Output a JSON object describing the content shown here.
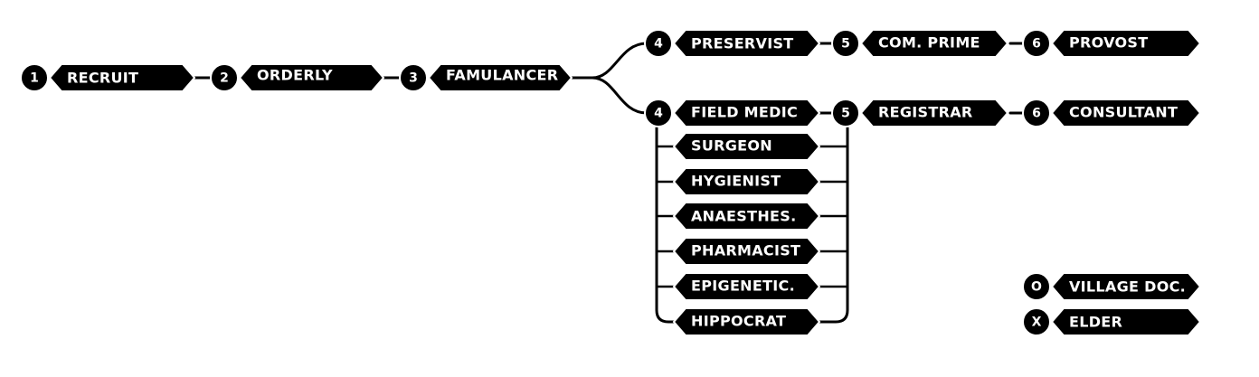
{
  "colors": {
    "fill": "#000000",
    "text": "#ffffff",
    "outline": "#ffffff",
    "line": "#000000",
    "background": "#ffffff"
  },
  "nodes": {
    "recruit": {
      "rank": "1",
      "label": "RECRUIT"
    },
    "orderly": {
      "rank": "2",
      "label": "ORDERLY"
    },
    "famulancer": {
      "rank": "3",
      "label": "FAMULANCER"
    },
    "preservist": {
      "rank": "4",
      "label": "PRESERVIST"
    },
    "com_prime": {
      "rank": "5",
      "label": "COM. PRIME"
    },
    "provost": {
      "rank": "6",
      "label": "PROVOST"
    },
    "field_medic": {
      "rank": "4",
      "label": "FIELD MEDIC"
    },
    "surgeon": {
      "label": "SURGEON"
    },
    "hygienist": {
      "label": "HYGIENIST"
    },
    "anaesthes": {
      "label": "ANAESTHES."
    },
    "pharmacist": {
      "label": "PHARMACIST"
    },
    "epigenetic": {
      "label": "EPIGENETIC."
    },
    "hippocrat": {
      "label": "HIPPOCRAT"
    },
    "registrar": {
      "rank": "5",
      "label": "REGISTRAR"
    },
    "consultant": {
      "rank": "6",
      "label": "CONSULTANT"
    },
    "village_doc": {
      "rank": "O",
      "label": "VILLAGE DOC."
    },
    "elder": {
      "rank": "X",
      "label": "ELDER"
    }
  }
}
